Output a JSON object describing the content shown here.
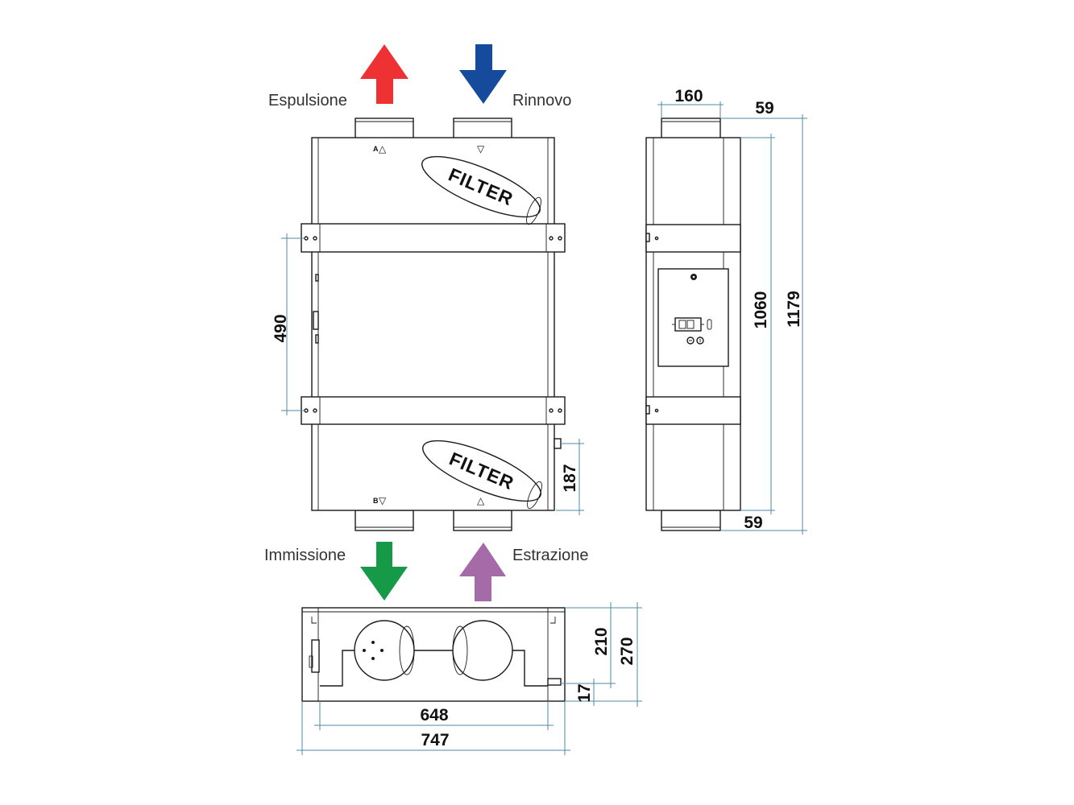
{
  "colors": {
    "espulsione": "#ee3233",
    "rinnovo": "#164a9c",
    "immissione": "#179a48",
    "estrazione": "#a56ba8",
    "dimension_lines": "#4f8aa6"
  },
  "flow_labels": {
    "espulsione": "Espulsione",
    "rinnovo": "Rinnovo",
    "immissione": "Immissione",
    "estrazione": "Estrazione"
  },
  "front_view": {
    "filter_top": "FILTER",
    "filter_bottom": "FILTER",
    "port_a": "A",
    "port_b": "B",
    "sym_up": "△",
    "sym_down": "▽"
  },
  "dimensions": {
    "bracket_spacing": "490",
    "lower_offset": "187",
    "spigot_diameter": "160",
    "spigot_top": "59",
    "spigot_bottom": "59",
    "body_height": "1060",
    "total_height": "1179",
    "body_depth": "210",
    "total_depth": "270",
    "base_offset": "17",
    "body_width": "648",
    "total_width": "747"
  }
}
